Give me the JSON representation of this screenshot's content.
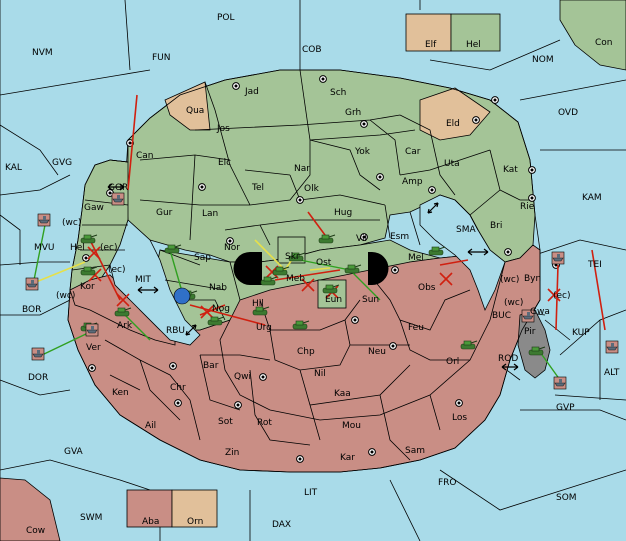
{
  "provinces": {
    "POL": "POL",
    "NVM": "NVM",
    "FUN": "FUN",
    "COB": "COB",
    "NOM": "NOM",
    "CON": "Con",
    "KAL": "KAL",
    "GVG": "GVG",
    "OVD": "OVD",
    "KAM": "KAM",
    "MVU": "MVU",
    "BOR": "BOR",
    "DOR": "DOR",
    "SMA": "SMA",
    "TEI": "TEI",
    "KUP": "KUP",
    "ALT": "ALT",
    "GVP": "GVP",
    "BUC": "BUC",
    "ROD": "ROD",
    "GVA": "GVA",
    "LIT": "LIT",
    "FRO": "FRO",
    "SOM": "SOM",
    "SWM": "SWM",
    "DAX": "DAX",
    "COW": "Cow",
    "MIT": "MIT",
    "RBU": "RBU",
    "Jad": "Jad",
    "Sch": "Sch",
    "Qua": "Qua",
    "Jos": "Jos",
    "Grh": "Grh",
    "Eld": "Eld",
    "Can": "Can",
    "Yok": "Yok",
    "Car": "Car",
    "Elc": "Elc",
    "Nar": "Nar",
    "Uta": "Uta",
    "Kat": "Kat",
    "Tel": "Tel",
    "Olk": "Olk",
    "Amp": "Amp",
    "Gor": "GOR",
    "Gaw": "Gaw",
    "Gur": "Gur",
    "Lan": "Lan",
    "Hug": "Hug",
    "Rie": "Rie",
    "Bri": "Bri",
    "Nor": "Nor",
    "Vil": "Vil",
    "Esm": "Esm",
    "Hel": "Hel",
    "Skr": "Skr",
    "Sap": "Sap",
    "Ost": "Ost",
    "Mel": "Mel",
    "Meb": "Meb",
    "Byn": "Byn",
    "Kor": "Kor",
    "Nab": "Nab",
    "Eun": "Eun",
    "Obs": "Obs",
    "Hil": "Hil",
    "Sun": "Sun",
    "Nog": "Nog",
    "Gwa": "Gwa",
    "Ark": "Ark",
    "Pir": "Pir",
    "Urg": "Urg",
    "Feu": "Feu",
    "Ver": "Ver",
    "Chp": "Chp",
    "Neu": "Neu",
    "Orl": "Orl",
    "Bar": "Bar",
    "Qwi": "Qwi",
    "Nil": "Nil",
    "Ken": "Ken",
    "Chr": "Chr",
    "Kaa": "Kaa",
    "Ail": "Ail",
    "Sot": "Sot",
    "Rot": "Rot",
    "Mou": "Mou",
    "Los": "Los",
    "Zin": "Zin",
    "Kar": "Kar",
    "Sam": "Sam"
  },
  "coast": {
    "wc": "(wc)",
    "ec": "(ec)"
  },
  "legend": {
    "top_left": "Elf",
    "top_right": "Hel",
    "bottom_left": "Aba",
    "bottom_right": "Orn"
  },
  "colors": {
    "sea": "#a9dbe9",
    "hel": "#a4c497",
    "aba": "#c98e85",
    "elf": "#e1c09a",
    "neutral": "#8a8a8a",
    "move": "#d02010",
    "support": "#30a020",
    "convoy": "#e6e04a"
  },
  "icons": [
    "tank-icon",
    "fleet-icon",
    "supply-center-icon",
    "bounce-x-icon",
    "double-arrow-icon"
  ]
}
